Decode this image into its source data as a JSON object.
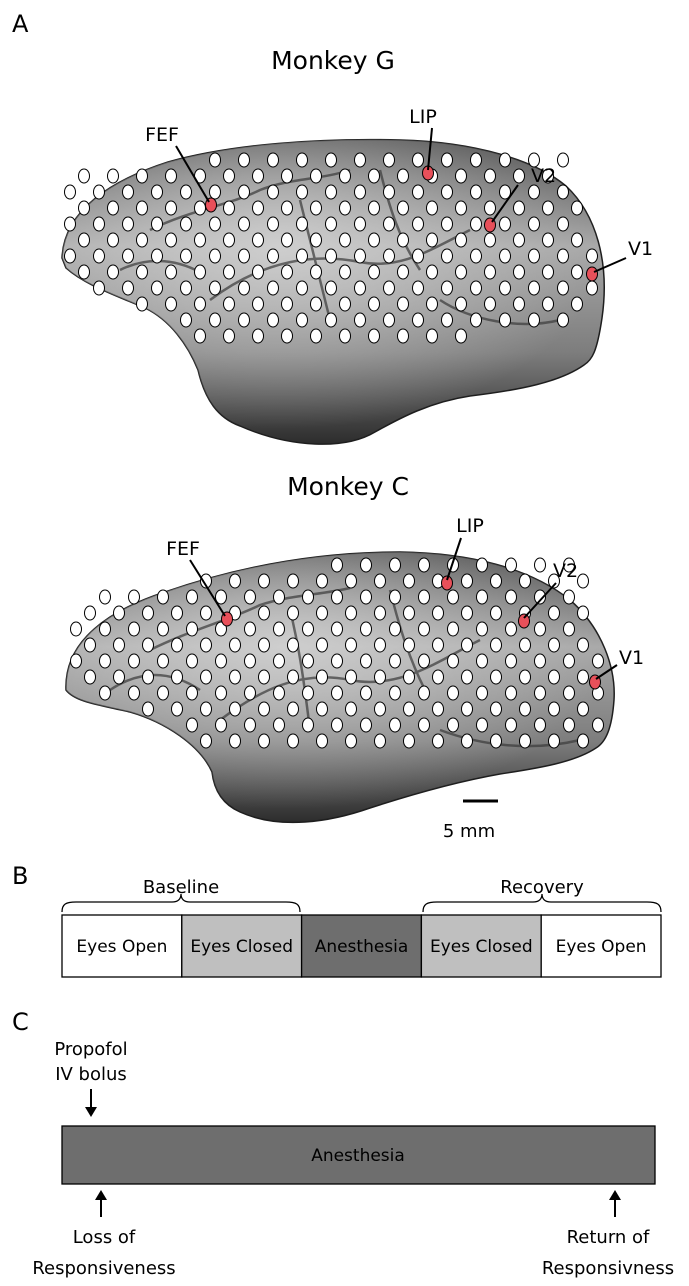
{
  "panel_a": {
    "letter": "A",
    "brains": [
      {
        "title": "Monkey G",
        "areas": {
          "fef": "FEF",
          "lip": "LIP",
          "v2": "V2",
          "v1": "V1"
        }
      },
      {
        "title": "Monkey C",
        "areas": {
          "fef": "FEF",
          "lip": "LIP",
          "v2": "V2",
          "v1": "V1"
        }
      }
    ],
    "scale_bar": "5 mm"
  },
  "panel_b": {
    "letter": "B",
    "brace_labels": [
      "Baseline",
      "Recovery"
    ],
    "segments": [
      {
        "label": "Eyes Open",
        "fill": "#ffffff"
      },
      {
        "label": "Eyes Closed",
        "fill": "#bfbfbf"
      },
      {
        "label": "Anesthesia",
        "fill": "#6e6e6e"
      },
      {
        "label": "Eyes Closed",
        "fill": "#bfbfbf"
      },
      {
        "label": "Eyes Open",
        "fill": "#ffffff"
      }
    ]
  },
  "panel_c": {
    "letter": "C",
    "drug_line1": "Propofol",
    "drug_line2": "IV bolus",
    "bar_label": "Anesthesia",
    "left_line1": "Loss of",
    "left_line2": "Responsiveness",
    "right_line1": "Return of",
    "right_line2": "Responsivness"
  },
  "colors": {
    "electrode": "#ffffff",
    "highlight_electrode": "#e8505a",
    "anesthesia_bar": "#6e6e6e"
  }
}
